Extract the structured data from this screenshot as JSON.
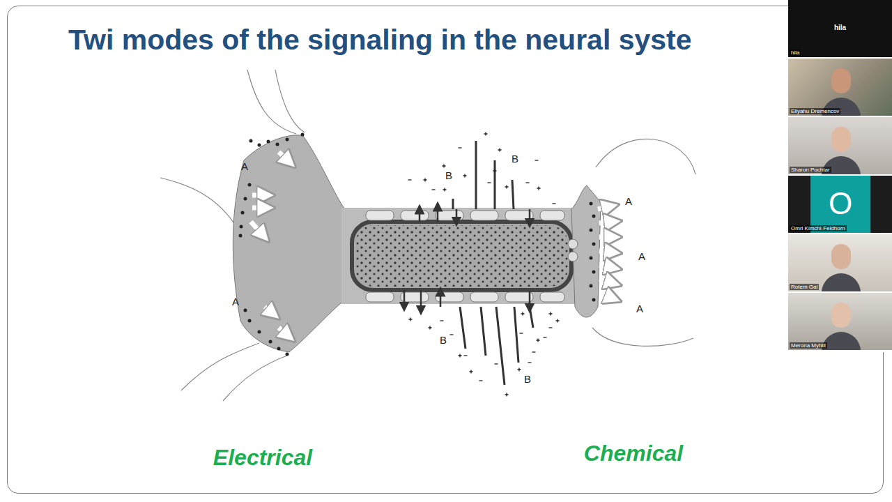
{
  "diagram": {
    "title": "Twi modes of the signaling in the neural syste",
    "nodes": [
      {
        "text": [
          "hila",
          "hila"
        ]
      },
      {
        "text": [
          "Eliyahu Dremencov"
        ]
      },
      {
        "text": [
          "Sharon Pochtar"
        ]
      },
      {
        "text": [
          "O",
          "Omri Kimchi-Feldhorn"
        ]
      },
      {
        "text": [
          "Rotem Gal"
        ]
      },
      {
        "text": [
          "Merona Myhill"
        ]
      }
    ],
    "labels": [
      "A",
      "A",
      "A",
      "A",
      "A",
      "B",
      "B",
      "B",
      "B",
      "Electrical",
      "Chemical"
    ]
  }
}
